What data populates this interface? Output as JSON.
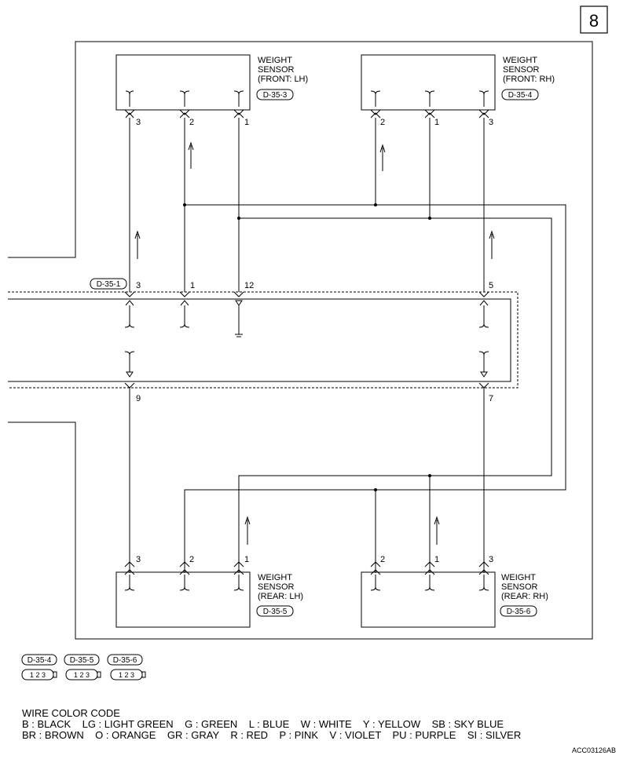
{
  "page_number": "8",
  "sensors": {
    "front_lh": {
      "name_line1": "WEIGHT",
      "name_line2": "SENSOR",
      "name_line3": "(FRONT: LH)",
      "connector": "D-35-3",
      "pin_a": "3",
      "pin_b": "2",
      "pin_c": "1"
    },
    "front_rh": {
      "name_line1": "WEIGHT",
      "name_line2": "SENSOR",
      "name_line3": "(FRONT: RH)",
      "connector": "D-35-4",
      "pin_a": "2",
      "pin_b": "1",
      "pin_c": "3"
    },
    "rear_lh": {
      "name_line1": "WEIGHT",
      "name_line2": "SENSOR",
      "name_line3": "(REAR: LH)",
      "connector": "D-35-5",
      "pin_a": "3",
      "pin_b": "2",
      "pin_c": "1"
    },
    "rear_rh": {
      "name_line1": "WEIGHT",
      "name_line2": "SENSOR",
      "name_line3": "(REAR: RH)",
      "connector": "D-35-6",
      "pin_a": "2",
      "pin_b": "1",
      "pin_c": "3"
    }
  },
  "control_unit": {
    "connector": "D-35-1",
    "top_pins": [
      "3",
      "1",
      "12",
      "5"
    ],
    "bottom_pins": [
      "9",
      "7"
    ]
  },
  "legend_connectors": {
    "labels": [
      "D-35-4",
      "D-35-5",
      "D-35-6"
    ],
    "pinouts": [
      "1 2 3",
      "1 2 3",
      "1 2 3"
    ]
  },
  "wire_color_code": {
    "title": "WIRE COLOR CODE",
    "line1": "B : BLACK    LG : LIGHT GREEN    G : GREEN    L : BLUE    W : WHITE    Y : YELLOW    SB : SKY BLUE",
    "line2": "BR : BROWN    O : ORANGE    GR : GRAY    R : RED    P : PINK    V : VIOLET    PU : PURPLE    SI : SILVER"
  },
  "reference_code": "ACC03126AB"
}
